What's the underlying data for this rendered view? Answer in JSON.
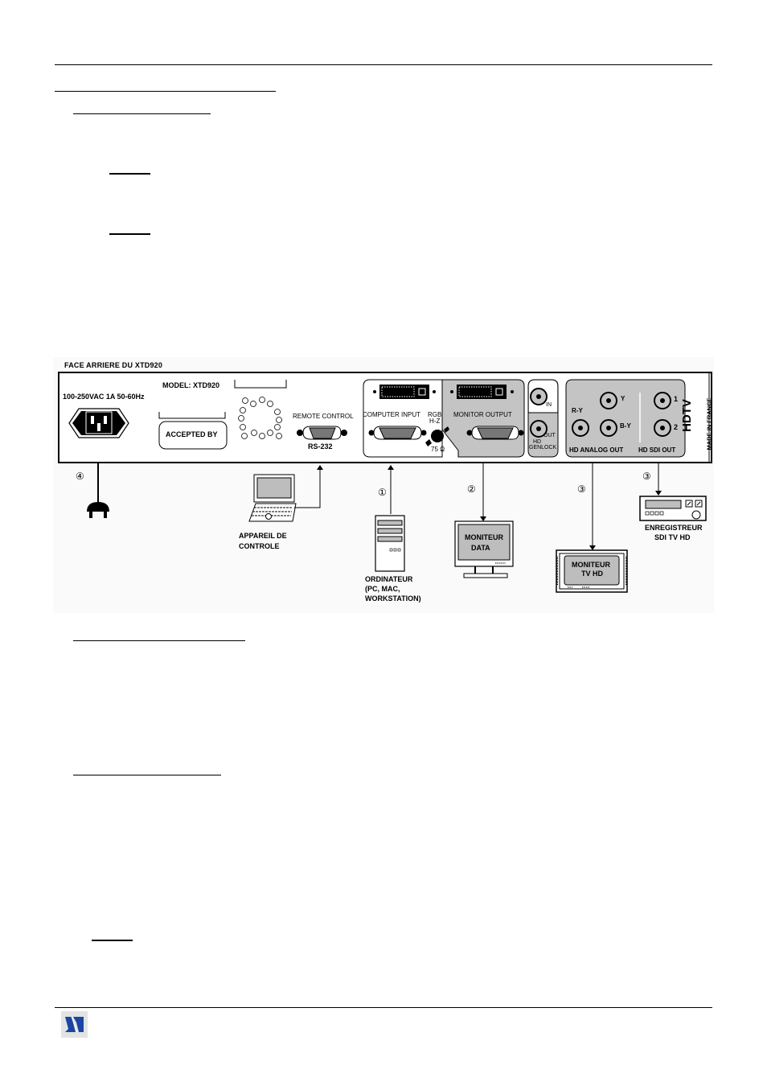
{
  "diagram": {
    "title": "FACE ARRIERE DU XTD920",
    "power": {
      "rating": "100-250VAC 1A 50-60Hz"
    },
    "model_label": "MODEL:  XTD920",
    "accepted_by": "ACCEPTED BY",
    "remote_control": {
      "label": "REMOTE CONTROL",
      "port": "RS-232"
    },
    "computer_input": "COMPUTER INPUT",
    "rgb_switch": {
      "label1": "RGB",
      "label2": "H-Z",
      "label3": "75 Ω"
    },
    "monitor_output": "MONITOR OUTPUT",
    "genlock": {
      "in": "IN",
      "out": "OUT",
      "hd": "HD",
      "genlock": "GENLOCK"
    },
    "hd_analog_out": {
      "title": "HD ANALOG OUT",
      "ry": "R-Y",
      "y": "Y",
      "by": "B-Y"
    },
    "hd_sdi_out": {
      "title": "HD SDI OUT",
      "out1": "1",
      "out2": "2"
    },
    "hdtv": "HDTV",
    "made_in": "MADE IN FRANCE",
    "callouts": {
      "one": "①",
      "two": "②",
      "three": "③",
      "four": "④"
    },
    "devices": {
      "controller": {
        "line1": "APPAREIL DE",
        "line2": "CONTROLE"
      },
      "computer": {
        "line1": "ORDINATEUR",
        "line2": "(PC, MAC,",
        "line3": "WORKSTATION)"
      },
      "data_monitor": {
        "line1": "MONITEUR",
        "line2": "DATA"
      },
      "tv_monitor": {
        "line1": "MONITEUR",
        "line2": "TV HD"
      },
      "recorder": {
        "line1": "ENREGISTREUR",
        "line2": "SDI TV HD"
      }
    },
    "colors": {
      "panel_gray": "#c4c4c4",
      "screen_gray": "#bdbdbd"
    }
  },
  "footer": {
    "logo_color": "#1b45a3"
  }
}
